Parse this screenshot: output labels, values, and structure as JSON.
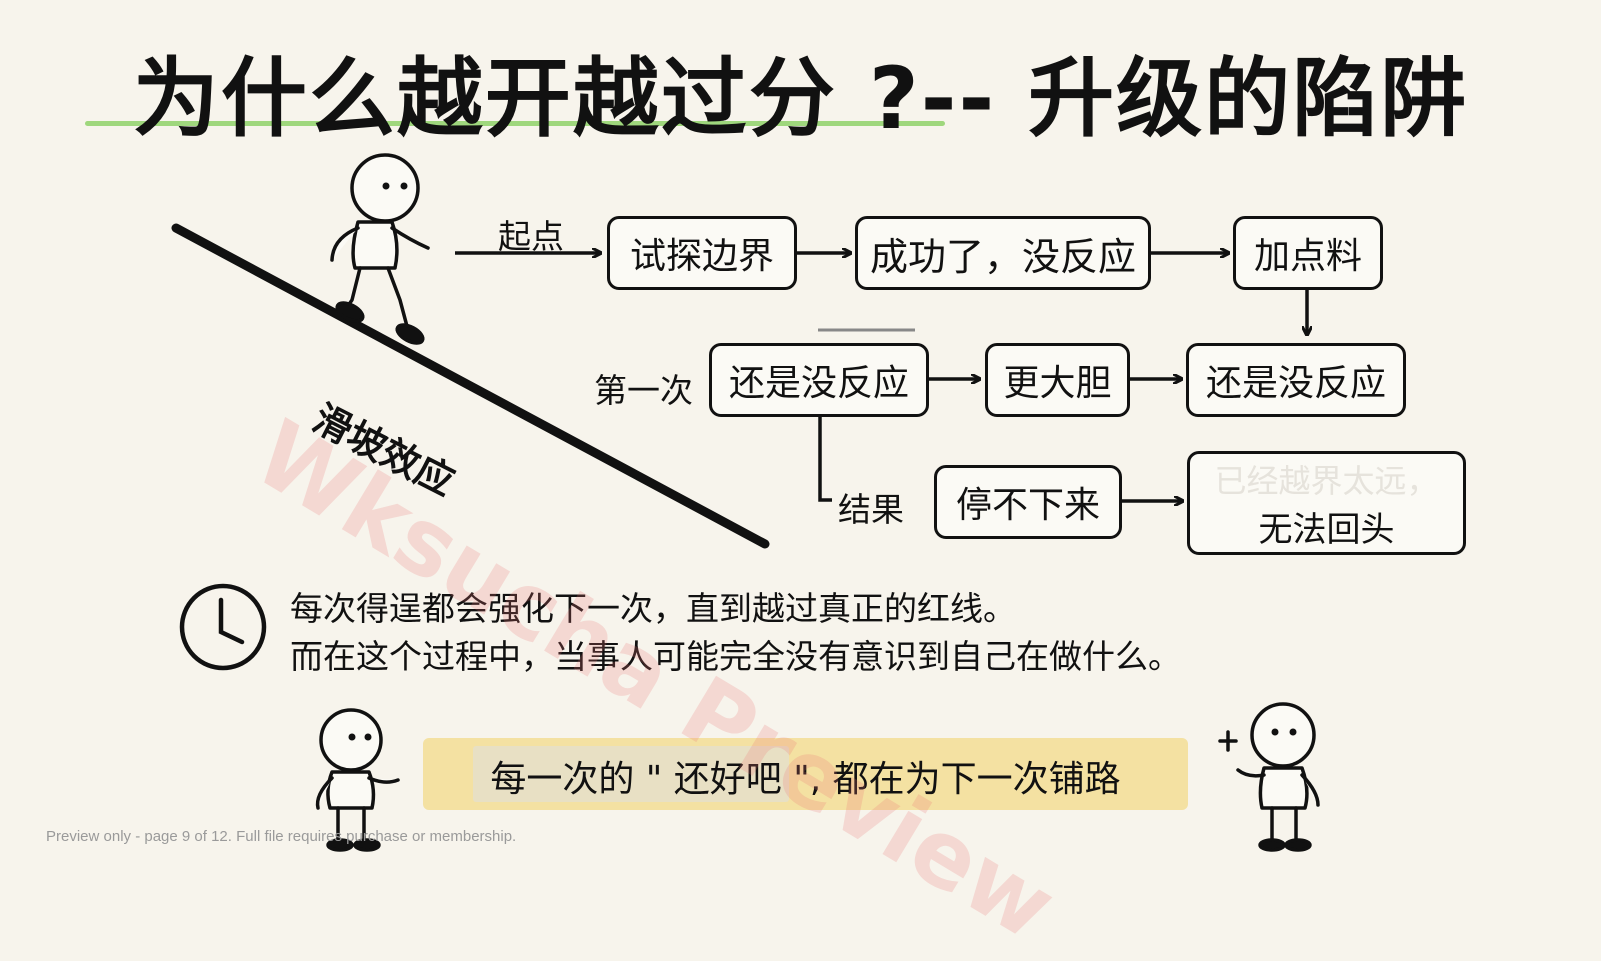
{
  "title": "为什么越开越过分 ?-- 升级的陷阱",
  "slope_label": "滑坡效应",
  "flow": {
    "start_label": "起点",
    "first_label": "第一次",
    "result_label": "结果",
    "boxes": {
      "probe": "试探边界",
      "success": "成功了，没反应",
      "add_more": "加点料",
      "still_none_1": "还是没反应",
      "bolder": "更大胆",
      "still_none_2": "还是没反应",
      "cant_stop": "停不下来",
      "too_far_faded": "已经越界太远，",
      "no_return": "无法回头"
    }
  },
  "description": {
    "line1": "每次得逞都会强化下一次，直到越过真正的红线。",
    "line2": "而在这个过程中，当事人可能完全没有意识到自己在做什么。"
  },
  "highlight": "每一次的 \" 还好吧 \", 都在为下一次铺路",
  "watermark": "Wksucha Preview",
  "footer": "Preview only - page 9 of 12. Full file requires purchase or membership.",
  "icons": [
    "clock-icon",
    "walking-person-icon",
    "standing-person-icon",
    "pointing-person-icon"
  ],
  "colors": {
    "background": "#f7f4ec",
    "title_underline": "#8fd16a",
    "highlight": "#f3df9a",
    "watermark": "#eb7878"
  }
}
